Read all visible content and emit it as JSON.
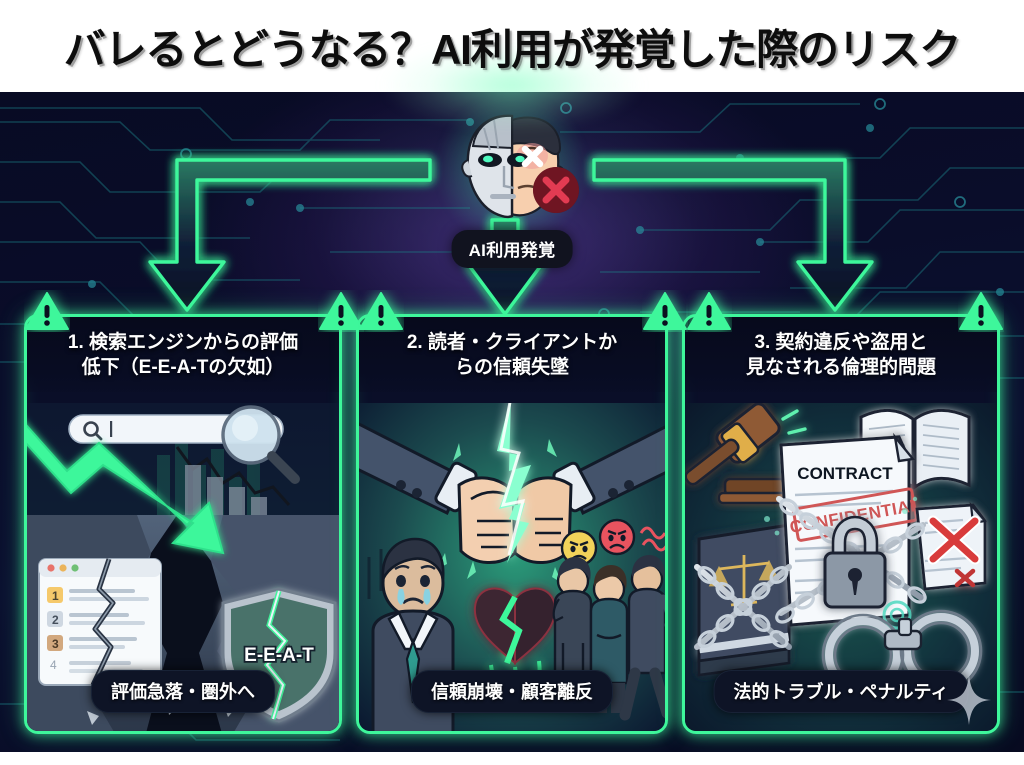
{
  "title": "バレるとどうなる？AI利用が発覚した際のリスク",
  "colors": {
    "neon_green": "#3EF79B",
    "background_navy": "#0A0D2A",
    "purple_glow": "#6034A0",
    "card_fill": "#0A0E28",
    "text_white": "#FFFFFF",
    "alert_red": "#D42A3C",
    "title_black": "#0D0D0D"
  },
  "center": {
    "badge_label": "AI利用発覚",
    "icon_name": "ai-human-split-face",
    "marks": [
      "red-x-eye",
      "red-x-circle-badge"
    ]
  },
  "cards": [
    {
      "index": "1",
      "title": "1. 検索エンジンからの評価低下（E-E-A-Tの欠如）",
      "title_line1": "1. 検索エンジンからの評価",
      "title_line2": "低下（E-E-A-Tの欠如）",
      "footer": "評価急落・圏外へ",
      "illustration": {
        "name": "search-ranking-collapse",
        "elements": [
          "search-bar",
          "magnifier-icon",
          "declining-green-arrow",
          "bar-chart-declining",
          "cracked-serp-window",
          "cracked-shield"
        ],
        "shield_label": "E-E-A-T",
        "serp_ranks": [
          "1",
          "2",
          "3",
          "4"
        ]
      }
    },
    {
      "index": "2",
      "title": "2. 読者・クライアントからの信頼失墜",
      "title_line1": "2. 読者・クライアントか",
      "title_line2": "らの信頼失墜",
      "footer": "信頼崩壊・顧客離反",
      "illustration": {
        "name": "broken-trust-handshake",
        "elements": [
          "handshake",
          "lightning-crack",
          "sad-businessman",
          "broken-heart",
          "angry-clients-leaving",
          "angry-emoji-yellow",
          "angry-emoji-red"
        ]
      }
    },
    {
      "index": "3",
      "title": "3. 契約違反や盗用と見なされる倫理的問題",
      "title_line1": "3. 契約違反や盗用と",
      "title_line2": "見なされる倫理的問題",
      "footer": "法的トラブル・ペナルティ",
      "illustration": {
        "name": "legal-contract-violation",
        "elements": [
          "gavel",
          "law-book-chained",
          "scales-of-justice",
          "contract-document",
          "padlock",
          "chains",
          "open-book",
          "document-red-x",
          "handcuffs"
        ],
        "document_title": "CONTRACT",
        "document_stamp": "CONFIDENTIAL"
      }
    }
  ],
  "warning_icons": {
    "name": "warning-triangle-icon",
    "count": 6
  },
  "connectors": {
    "name": "flow-arrow",
    "count": 3,
    "directions": [
      "down-left",
      "down-center",
      "down-right"
    ]
  }
}
